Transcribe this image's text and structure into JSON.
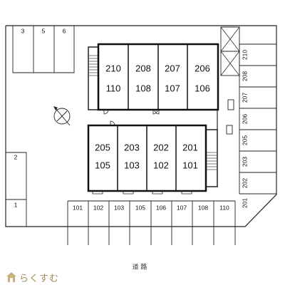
{
  "units_upper": [
    "210",
    "208",
    "207",
    "206"
  ],
  "units_upper_lower": [
    "110",
    "108",
    "107",
    "106"
  ],
  "units_lower": [
    "205",
    "203",
    "202",
    "201"
  ],
  "units_lower_lower": [
    "105",
    "103",
    "102",
    "101"
  ],
  "parking_top": [
    "3",
    "5",
    "6"
  ],
  "parking_left": [
    "2",
    "1"
  ],
  "parking_bottom": [
    "101",
    "102",
    "103",
    "105",
    "106",
    "107",
    "108",
    "110"
  ],
  "parking_right": [
    "210",
    "208",
    "207",
    "206",
    "205",
    "203",
    "202",
    "201"
  ],
  "road_label": "道 路",
  "logo_text": "らくすむ",
  "colors": {
    "line": "#222222",
    "logo": "#a08a5a"
  }
}
